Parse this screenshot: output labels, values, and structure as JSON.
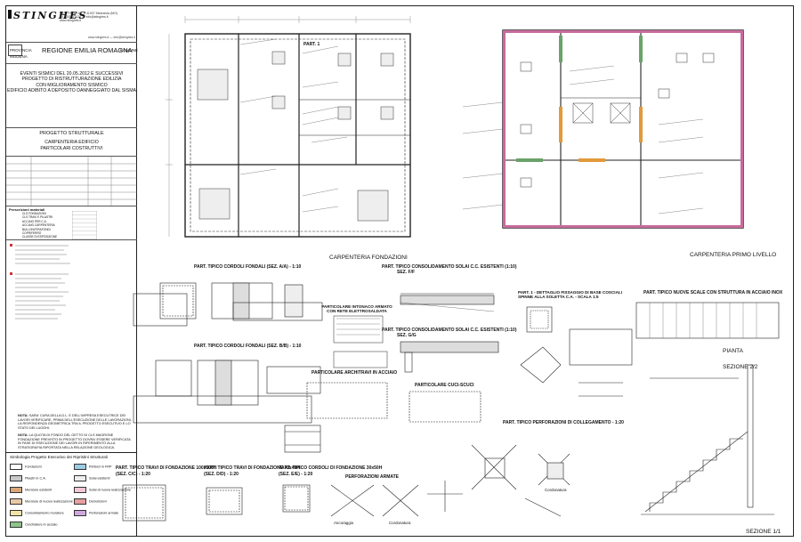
{
  "firm": {
    "logo_text": "STINGHES",
    "address_lines": [
      "via L. Ferrari 45 — 41037 Mirandola (MO)",
      "tel. 0535 21021 — info@stinghes.it",
      "www.stinghes.it"
    ],
    "website": "www.stinghes.it — info@stinghes.it"
  },
  "titleblock": {
    "province_label": "PROVINCIA",
    "province": "MODENA",
    "region": "REGIONE EMILIA ROMAGNA",
    "comune_label": "COMUNE",
    "project_lines": [
      "EVENTI SISMICI DEL 20.05.2012 E SUCCESSIVI",
      "PROGETTO DI RISTRUTTURAZIONE EDILIZIA",
      "CON MIGLIORAMENTO SISMICO",
      "EDIFICIO ADIBITO A DEPOSITO DANNEGGIATO DAL SISMA"
    ],
    "section": "PROGETTO STRUTTURALE",
    "drawing_title_lines": [
      "CARPENTERIA EDIFICIO",
      "PARTICOLARI COSTRUTTIVI"
    ],
    "scale_block_title": "Prescrizioni materiali",
    "materials": [
      "CLS FONDAZIONI",
      "CLS TRAVI E PILASTRI",
      "ACCIAIO PER C.A.",
      "ACCIAIO CARPENTERIA",
      "BULLONI/TIRAFONDI",
      "COPRIFERRO",
      "CLASSE DI ESPOSIZIONE"
    ]
  },
  "notes": [
    {
      "heading": "NOTA:",
      "text": "SARA' CURA DELLA D.L. E DELL'IMPRESA ESECUTRICE DEI LAVORI VERIFICARE, PRIMA DELL'ESECUZIONE DELLE LAVORAZIONI, LA RISPONDENZA GEOMETRICA TRA IL PROGETTO ESECUTIVO E LO STATO DEI LUOGHI."
    },
    {
      "heading": "NOTA:",
      "text": "LA QUOTA DI FONDO DEL GETTO DI CLS MAGRONE FONDAZIONE PREVISTO IN PROGETTO DOVRA' ESSERE VERIFICATA IN FASE DI ESECUZIONE DEI LAVORI IN RIFERIMENTO ALLA STRATIGRAFIA RIPORTATA NELLA RELAZIONE GEOLOGICA."
    }
  ],
  "legend": {
    "title": "Simbologia Progetto Esecutivo dei Ripristini Strutturali",
    "items": [
      {
        "label": "Fondazioni",
        "color": "#ffffff"
      },
      {
        "label": "Pilastri in C.A.",
        "color": "#c9c9c9"
      },
      {
        "label": "Murature esistenti",
        "color": "#d9a77a"
      },
      {
        "label": "Murature di nuova realizzazione",
        "color": "#e8c9a5"
      },
      {
        "label": "Consolidamento murature",
        "color": "#f2e4a8"
      },
      {
        "label": "Cerchiature in acciaio",
        "color": "#8fc48a"
      },
      {
        "label": "Rinforzi in FRP",
        "color": "#9ccbe4"
      },
      {
        "label": "Solai esistenti",
        "color": "#eeeeee"
      },
      {
        "label": "Solai di nuova realizzazione",
        "color": "#f4c7d7"
      },
      {
        "label": "Demolizioni",
        "color": "#e7a0a0"
      },
      {
        "label": "Perforazioni armate",
        "color": "#cfa7de"
      }
    ]
  },
  "drawings": {
    "plan_foundation": "CARPENTERIA FONDAZIONI",
    "plan_first_floor": "CARPENTERIA PRIMO LIVELLO",
    "part1": "PART. 1",
    "d1": "PART. TIPICO CORDOLI FONDALI (SEZ. A/A) - 1:10",
    "d2": "PART. TIPICO CORDOLI FONDALI (SEZ. B/B) - 1:10",
    "d3": "PART. TIPICO CONSOLIDAMENTO SOLAI C.C. ESISTENTI (1:10)",
    "d3b": "SEZ. F/F",
    "d4": "PART. TIPICO CONSOLIDAMENTO SOLAI C.C. ESISTENTI (1:10)",
    "d4b": "SEZ. G/G",
    "d5": "PARTICOLARE INTONACO ARMATO CON RETE ELETTROSALDATA",
    "d6": "PARTICOLARE ARCHITRAVI IN ACCIAIO",
    "d7": "PARTICOLARE CUCI-SCUCI",
    "d8": "PART. TIPICO PERFORAZIONI DI COLLEGAMENTO - 1:20",
    "d9": "PART. 1 - DETTAGLIO FISSAGGIO DI BASE COSCIALI SPINNE ALLA SOLETTA C.A. - SCALA 1:5",
    "d10": "PART. TIPICO NUOVE SCALE CON STRUTTURA IN ACCIAIO INOX",
    "d10a": "PIANTA",
    "d10b": "SEZIONE 2/2",
    "d10c": "SEZIONE 1/1",
    "d11": "PART. TIPICO TRAVI DI FONDAZIONE 100x100H",
    "d11b": "(SEZ. C/C) - 1:20",
    "d12": "PART. TIPICO TRAVI DI FONDAZIONE 70x40H",
    "d12b": "(SEZ. D/D) - 1:20",
    "d13": "PART. TIPICO CORDOLI DI FONDAZIONE 30x50H",
    "d13b": "(SEZ. E/E) - 1:20",
    "d14": "PERFORAZIONI ARMATE",
    "d14a": "Ancoraggio",
    "d14b": "Cordonatura",
    "d15": "Cordonatura"
  }
}
